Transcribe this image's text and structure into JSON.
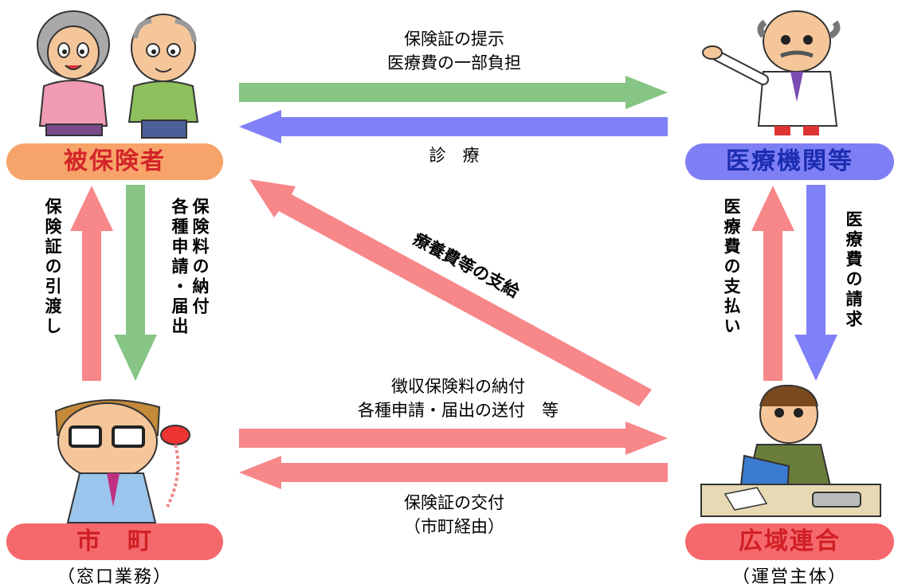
{
  "nodes": {
    "insured": {
      "label": "被保険者",
      "color": "#f7a46a"
    },
    "medical": {
      "label": "医療機関等",
      "color": "#7f7ff5"
    },
    "town": {
      "label": "市　町",
      "sub": "（窓口業務）",
      "color": "#f5686c"
    },
    "union": {
      "label": "広域連合",
      "sub": "（運営主体）",
      "color": "#f5686c"
    }
  },
  "flows": {
    "insured_to_medical": [
      "保険証の提示",
      "医療費の一部負担"
    ],
    "medical_to_insured": "診　療",
    "union_to_insured": "療養費等の支給",
    "town_to_insured": "保険証の引渡し",
    "insured_to_town": [
      "保険料の納付",
      "各種申請・届出"
    ],
    "union_to_medical": "医療費の支払い",
    "medical_to_union": "医療費の請求",
    "town_to_union": [
      "徴収保険料の納付",
      "各種申請・届出の送付　等"
    ],
    "union_to_town": [
      "保険証の交付",
      "（市町経由）"
    ]
  },
  "colors": {
    "green": "#86c584",
    "blue": "#8080f8",
    "pink": "#f8878a"
  },
  "icons": [
    "elderly-woman-icon",
    "elderly-man-icon",
    "doctor-icon",
    "clerk-phone-icon",
    "officer-desk-icon"
  ]
}
